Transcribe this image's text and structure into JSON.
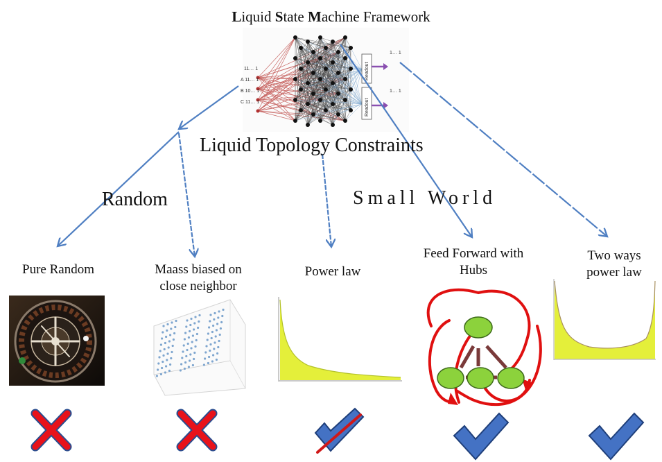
{
  "title": {
    "parts": [
      {
        "bold": "L",
        "rest": "iquid "
      },
      {
        "bold": "S",
        "rest": "tate "
      },
      {
        "bold": "M",
        "rest": "achine Framework"
      }
    ]
  },
  "network": {
    "inputs": [
      "11… 1",
      "A 11… 1",
      "B 10… 1",
      "C 11… 1"
    ],
    "readouts": [
      "Readout",
      "Readout"
    ],
    "outputs": [
      "1… 1",
      "1… 1"
    ]
  },
  "constraints_label": "Liquid Topology Constraints",
  "group_labels": {
    "random": "Random",
    "small_world": "Small World"
  },
  "categories": [
    {
      "key": "pure-random",
      "label_lines": [
        "Pure Random"
      ],
      "verdict": "cross"
    },
    {
      "key": "maass",
      "label_lines": [
        "Maass biased on",
        "close neighbor"
      ],
      "verdict": "cross"
    },
    {
      "key": "power-law",
      "label_lines": [
        "Power law"
      ],
      "verdict": "check-crossed"
    },
    {
      "key": "feed-forward",
      "label_lines": [
        "Feed Forward with",
        "Hubs"
      ],
      "verdict": "check"
    },
    {
      "key": "two-ways",
      "label_lines": [
        "Two ways",
        "power law"
      ],
      "verdict": "check"
    }
  ],
  "colors": {
    "arrow": "#4f7fc2",
    "check": "#4472c4",
    "check_outline": "#1f3f7a",
    "cross": "#e8121a",
    "cross_outline": "#2a4d8f",
    "curve_fill": "#e4ef3a",
    "hub_node": "#8cd23c",
    "hub_ring": "#e01010"
  }
}
